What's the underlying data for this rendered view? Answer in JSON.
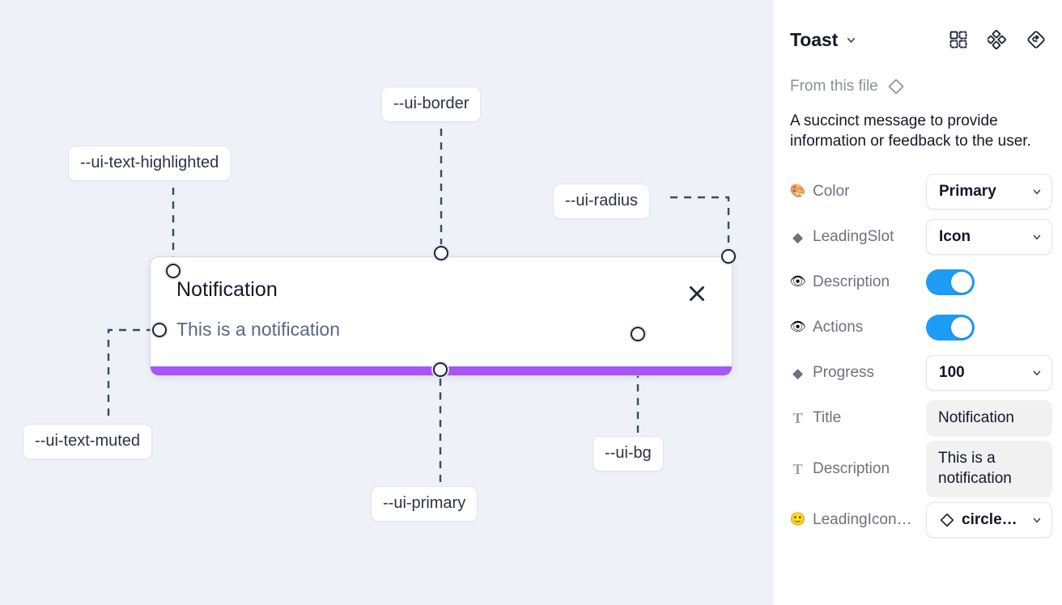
{
  "canvas": {
    "tokens": [
      {
        "id": "ui-border",
        "label": "--ui-border"
      },
      {
        "id": "ui-text-highlighted",
        "label": "--ui-text-highlighted"
      },
      {
        "id": "ui-radius",
        "label": "--ui-radius"
      },
      {
        "id": "ui-text-muted",
        "label": "--ui-text-muted"
      },
      {
        "id": "ui-primary",
        "label": "--ui-primary"
      },
      {
        "id": "ui-bg",
        "label": "--ui-bg"
      }
    ],
    "toast": {
      "title": "Notification",
      "description": "This is a notification",
      "close_icon": "close-icon",
      "progress_color": "#a855f7",
      "background": "#ffffff"
    },
    "background": "#eef1f7"
  },
  "panel": {
    "title": "Toast",
    "title_chevron_icon": "chevron-down-icon",
    "header_icons": [
      {
        "name": "component-variants-icon"
      },
      {
        "name": "component-instance-icon"
      },
      {
        "name": "reset-instance-icon"
      }
    ],
    "from_file": {
      "label": "From this file",
      "icon": "component-diamond-icon"
    },
    "description": "A succinct message to provide information or feedback to the user.",
    "properties": [
      {
        "icon": "palette-emoji",
        "glyph": "🎨",
        "icon_kind": "emoji",
        "name": "Color",
        "control": "select",
        "value": "Primary"
      },
      {
        "icon": "diamond-icon",
        "glyph": "◆",
        "icon_kind": "diamond",
        "name": "LeadingSlot",
        "control": "select",
        "value": "Icon"
      },
      {
        "icon": "eye-emoji",
        "glyph": "👁",
        "icon_kind": "emoji",
        "name": "Description",
        "control": "toggle",
        "value": "on"
      },
      {
        "icon": "eye-emoji",
        "glyph": "👁",
        "icon_kind": "emoji",
        "name": "Actions",
        "control": "toggle",
        "value": "on"
      },
      {
        "icon": "diamond-icon",
        "glyph": "◆",
        "icon_kind": "diamond",
        "name": "Progress",
        "control": "select",
        "value": "100"
      },
      {
        "icon": "text-icon",
        "glyph": "T",
        "icon_kind": "tchar",
        "name": "Title",
        "control": "text",
        "value": "Notification"
      },
      {
        "icon": "text-icon",
        "glyph": "T",
        "icon_kind": "tchar",
        "name": "Description",
        "control": "text",
        "value": "This is a notification"
      },
      {
        "icon": "smiley-emoji",
        "glyph": "🙂",
        "icon_kind": "emoji",
        "name": "LeadingIcon…",
        "control": "select-icon",
        "value": "circle…"
      }
    ],
    "accent_toggle_color": "#1e9bf5",
    "field_bg": "#f1f1f2"
  }
}
